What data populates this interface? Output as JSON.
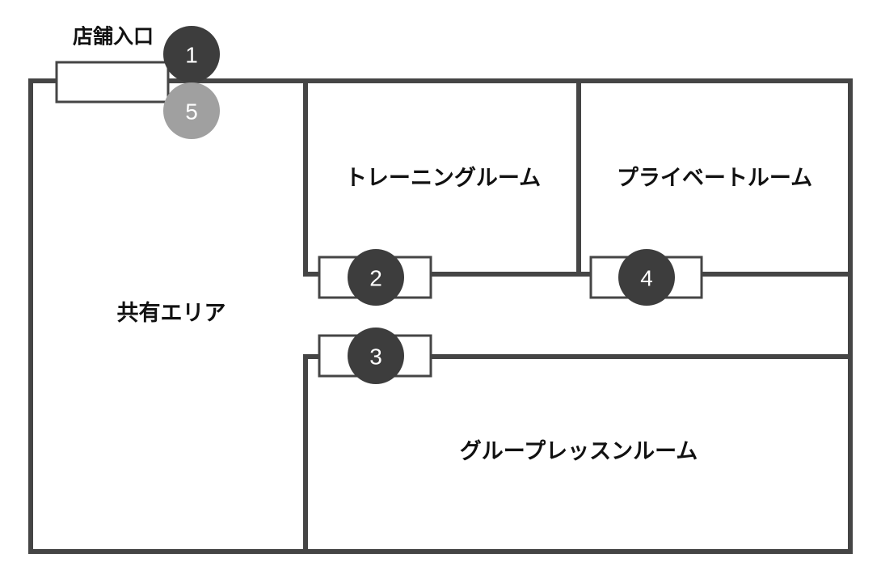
{
  "plan": {
    "colors": {
      "wall": "#454545",
      "marker_dark": "#3d3d3d",
      "marker_light": "#a0a0a0",
      "marker_text": "#ffffff",
      "label_text": "#111111",
      "background": "#ffffff"
    },
    "entrance": {
      "label": "店舗入口"
    },
    "rooms": [
      {
        "id": "common-area",
        "label": "共有エリア"
      },
      {
        "id": "training-room",
        "label": "トレーニングルーム"
      },
      {
        "id": "private-room",
        "label": "プライベートルーム"
      },
      {
        "id": "group-lesson-room",
        "label": "グループレッスンルーム"
      }
    ],
    "markers": [
      {
        "id": "marker-1",
        "number": "1",
        "style": "dark"
      },
      {
        "id": "marker-2",
        "number": "2",
        "style": "dark"
      },
      {
        "id": "marker-3",
        "number": "3",
        "style": "dark"
      },
      {
        "id": "marker-4",
        "number": "4",
        "style": "dark"
      },
      {
        "id": "marker-5",
        "number": "5",
        "style": "light"
      }
    ],
    "doors": [
      {
        "id": "door-entrance",
        "marker": "1"
      },
      {
        "id": "door-training",
        "marker": "2"
      },
      {
        "id": "door-group-lesson",
        "marker": "3"
      },
      {
        "id": "door-private",
        "marker": "4"
      }
    ]
  }
}
